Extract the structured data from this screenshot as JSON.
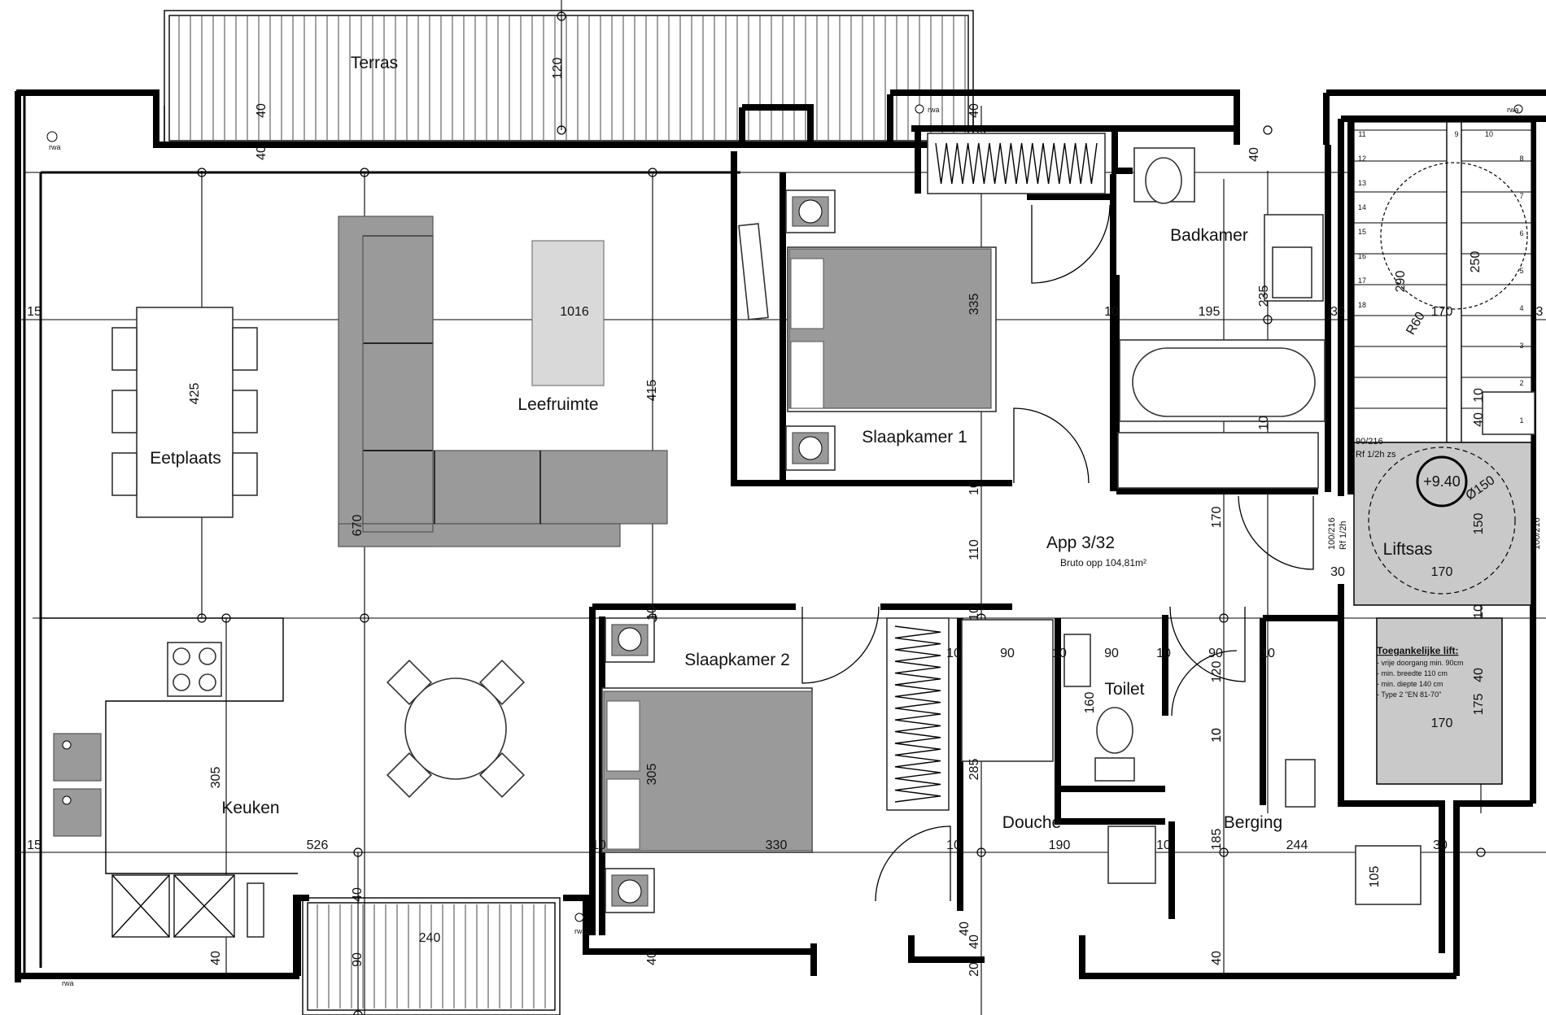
{
  "rooms": {
    "terras": "Terras",
    "leefruimte": "Leefruimte",
    "eetplaats": "Eetplaats",
    "keuken": "Keuken",
    "slaapkamer1": "Slaapkamer 1",
    "slaapkamer2": "Slaapkamer 2",
    "badkamer": "Badkamer",
    "toilet": "Toilet",
    "douche": "Douche",
    "berging": "Berging",
    "liftsas": "Liftsas"
  },
  "apartment": {
    "name": "App 3/32",
    "area": "Bruto opp 104,81m²"
  },
  "level": "+9.40",
  "rwa": "rwa",
  "door_codes": {
    "stair_door": "90/216",
    "stair_rf": "Rf 1/2h zs",
    "apt_door": "100/216",
    "apt_rf": "Rf 1/2h"
  },
  "lift_note": {
    "title": "Toegankelijke lift:",
    "lines": [
      "- vrije doorgang min. 90cm",
      "- min. breedte 110 cm",
      "- min. diepte 140 cm",
      "- Type 2 \"EN 81-70\""
    ]
  },
  "stair_steps": [
    "1",
    "2",
    "3",
    "4",
    "5",
    "6",
    "7",
    "8",
    "9",
    "10",
    "11",
    "12",
    "13",
    "14",
    "15",
    "16",
    "17",
    "18"
  ],
  "radius": "R60",
  "diameter": "Ø150",
  "dims": {
    "d_terras_120": "120",
    "d_terras_40a": "40",
    "d_terras_40b": "40",
    "d_1016": "1016",
    "d_15_left": "15",
    "d_425": "425",
    "d_415": "415",
    "d_670": "670",
    "d_305_kitchen": "305",
    "d_526": "526",
    "d_15_left2": "15",
    "d_240": "240",
    "d_40_bl": "40",
    "d_90_balc": "90",
    "d_40_balc": "40",
    "d_335": "335",
    "d_10_s1": "10",
    "d_195": "195",
    "d_235": "235",
    "d_40_bath": "40",
    "d_40_top": "40",
    "d_10_s1b": "10",
    "d_110": "110",
    "d_170_hall": "170",
    "d_10_bath": "10",
    "d_30_r": "30",
    "d_290": "290",
    "d_250": "250",
    "d_170_stair": "170",
    "d_3_r": "3",
    "d_40_stair": "40",
    "d_10_stair": "10",
    "d_150": "150",
    "d_30_lift": "30",
    "d_170_lift": "170",
    "d_175": "175",
    "d_170_lift2": "170",
    "d_10_s2": "10",
    "d_305_s2": "305",
    "d_330": "330",
    "d_10_s2b": "10",
    "d_10_a": "10",
    "d_10_b": "10",
    "d_90_a": "90",
    "d_10_c": "10",
    "d_90_b": "90",
    "d_10_d": "10",
    "d_90_c": "90",
    "d_10_e": "10",
    "d_120": "120",
    "d_160": "160",
    "d_285": "285",
    "d_10_f": "10",
    "d_10_g": "10",
    "d_190": "190",
    "d_10_h": "10",
    "d_185": "185",
    "d_244": "244",
    "d_30_berging": "30",
    "d_105": "105",
    "d_40_b1": "40",
    "d_40_b2": "40",
    "d_40_b3": "40",
    "d_20": "20",
    "d_40_b4": "40",
    "d_10_e2": "10",
    "d_40_r": "40",
    "d_10_r": "10"
  }
}
